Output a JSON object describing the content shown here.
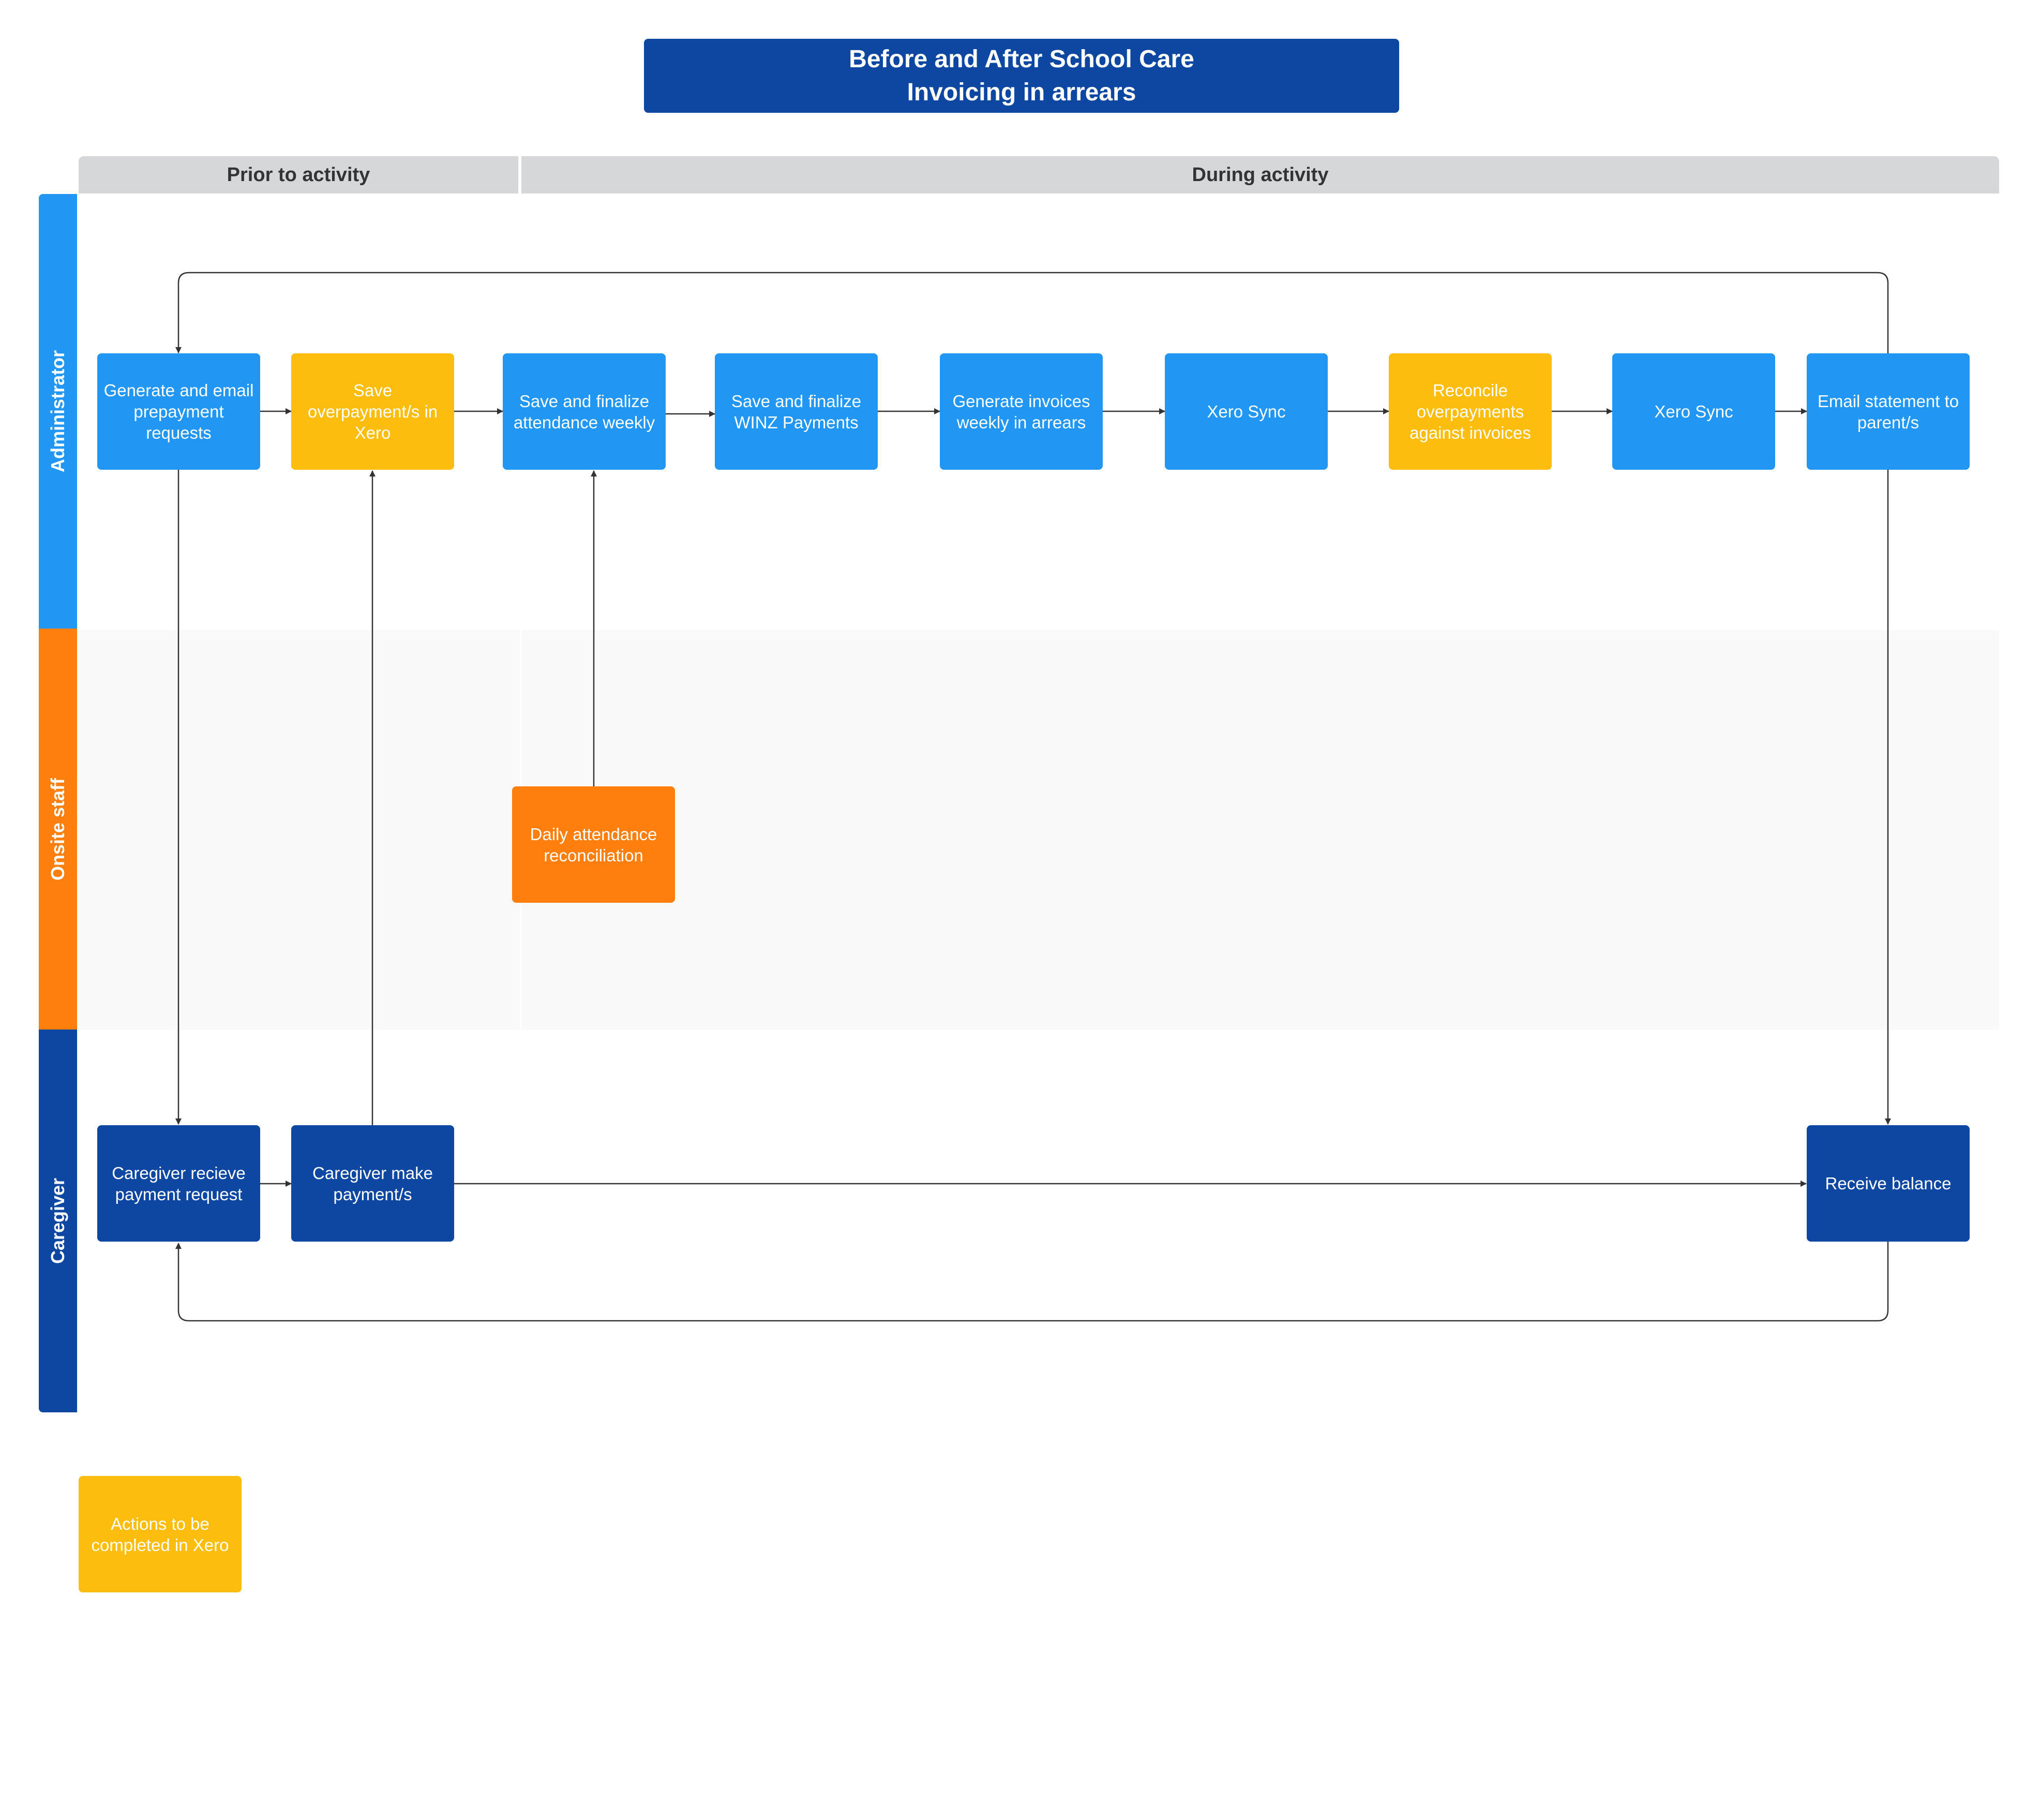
{
  "title": {
    "line1": "Before and After School Care",
    "line2": "Invoicing in arrears"
  },
  "phases": {
    "prior": "Prior to activity",
    "during": "During activity"
  },
  "lanes": {
    "administrator": "Administrator",
    "onsite": "Onsite staff",
    "caregiver": "Caregiver"
  },
  "nodes": {
    "generate_email": "Generate and email prepayment requests",
    "save_overpayment": "Save overpayment/s in Xero",
    "save_attendance": "Save and finalize attendance weekly",
    "save_winz": "Save and finalize WINZ Payments",
    "generate_invoices": "Generate invoices weekly in arrears",
    "xero_sync_1": "Xero Sync",
    "reconcile": "Reconcile overpayments against invoices",
    "xero_sync_2": "Xero Sync",
    "email_statement": "Email statement to parent/s",
    "daily_attendance": "Daily attendance reconciliation",
    "caregiver_receive": "Caregiver recieve payment request",
    "caregiver_pay": "Caregiver make payment/s",
    "receive_balance": "Receive balance"
  },
  "legend": {
    "xero_actions": "Actions to be completed in Xero"
  },
  "colors": {
    "title": "#0e47a1",
    "admin_lane": "#2196f3",
    "onsite_lane": "#ff7f0e",
    "caregiver_lane": "#0e47a1",
    "xero_action": "#fdbd0f",
    "connector": "#333333"
  }
}
